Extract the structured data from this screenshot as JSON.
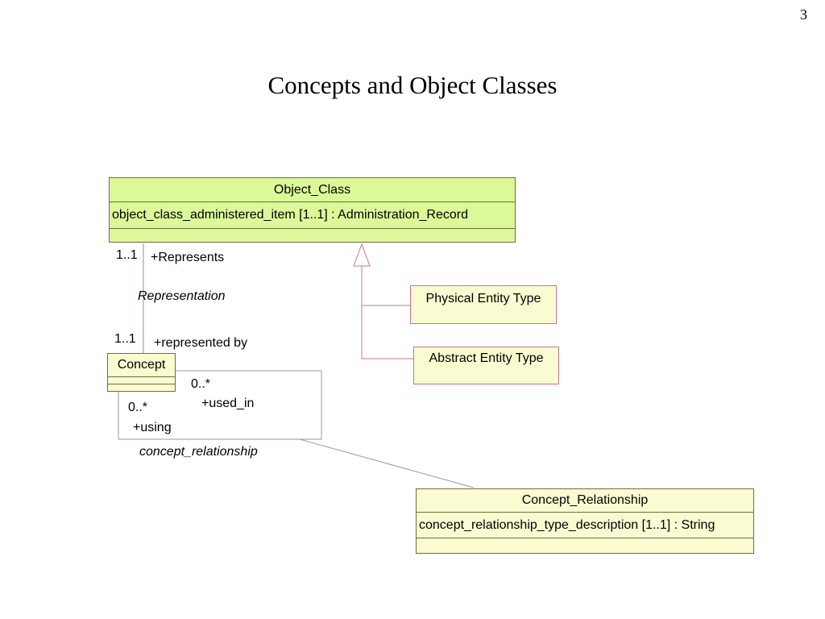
{
  "page": {
    "number": "3",
    "title": "Concepts and Object Classes"
  },
  "classes": {
    "object_class": {
      "name": "Object_Class",
      "attribute": "object_class_administered_item [1..1] : Administration_Record"
    },
    "concept": {
      "name": "Concept"
    },
    "physical_entity_type": {
      "name": "Physical Entity Type"
    },
    "abstract_entity_type": {
      "name": "Abstract Entity Type"
    },
    "concept_relationship": {
      "name": "Concept_Relationship",
      "attribute": "concept_relationship_type_description [1..1] : String"
    }
  },
  "associations": {
    "representation": {
      "name": "Representation",
      "top_multiplicity": "1..1",
      "top_role": "+Represents",
      "bottom_multiplicity": "1..1",
      "bottom_role": "+represented by"
    },
    "concept_relationship": {
      "name": "concept_relationship",
      "used_in_multiplicity": "0..*",
      "used_in_role": "+used_in",
      "using_multiplicity": "0..*",
      "using_role": "+using"
    }
  },
  "colors": {
    "object_class_fill": "#dcf898",
    "class_fill": "#fbfbd2",
    "association_line": "#c8748c",
    "class_border": "#6e6e40"
  }
}
